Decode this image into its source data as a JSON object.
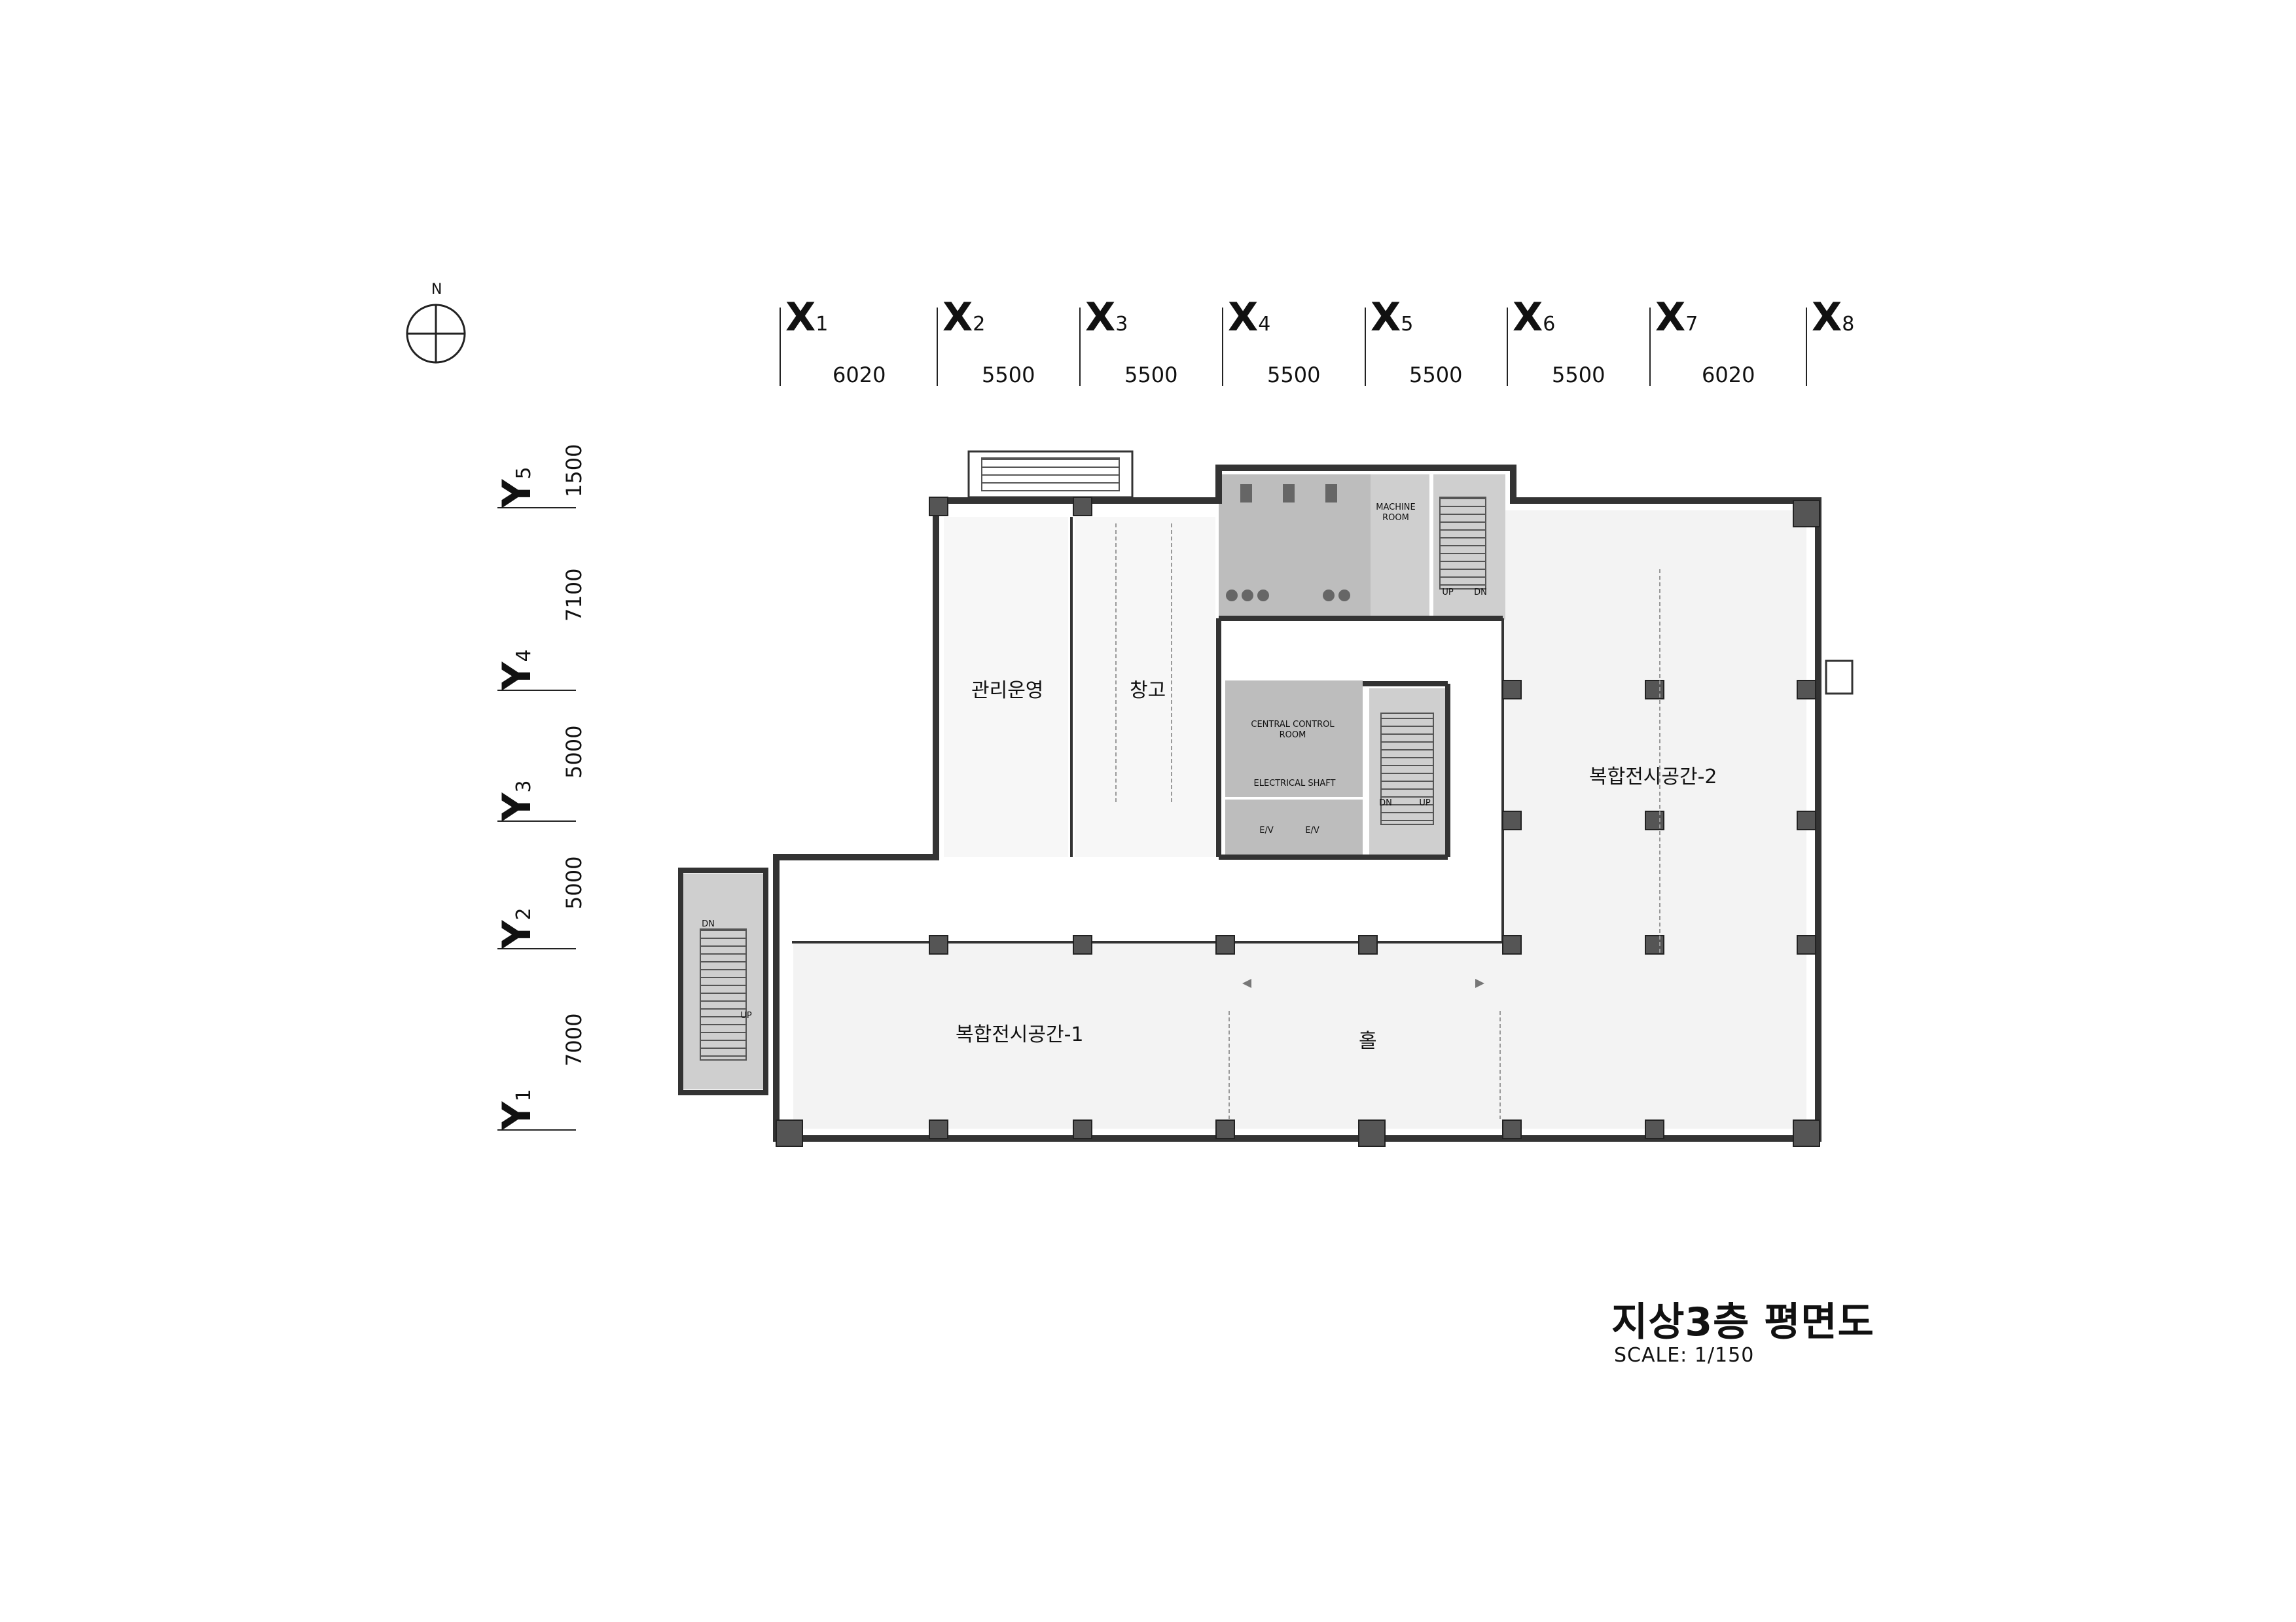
{
  "title": "지상3층 평면도",
  "scale": "SCALE: 1/150",
  "north": "N",
  "grid_x": [
    {
      "label": "X",
      "sub": "1"
    },
    {
      "label": "X",
      "sub": "2"
    },
    {
      "label": "X",
      "sub": "3"
    },
    {
      "label": "X",
      "sub": "4"
    },
    {
      "label": "X",
      "sub": "5"
    },
    {
      "label": "X",
      "sub": "6"
    },
    {
      "label": "X",
      "sub": "7"
    },
    {
      "label": "X",
      "sub": "8"
    }
  ],
  "dims_x": [
    "6020",
    "5500",
    "5500",
    "5500",
    "5500",
    "5500",
    "6020"
  ],
  "grid_y": [
    {
      "label": "Y",
      "sub": "5"
    },
    {
      "label": "Y",
      "sub": "4"
    },
    {
      "label": "Y",
      "sub": "3"
    },
    {
      "label": "Y",
      "sub": "2"
    },
    {
      "label": "Y",
      "sub": "1"
    }
  ],
  "dims_y": [
    "1500",
    "7100",
    "5000",
    "5000",
    "7000"
  ],
  "rooms": {
    "admin": "관리운영",
    "storage": "창고",
    "exhibit1": "복합전시공간-1",
    "exhibit2": "복합전시공간-2",
    "hall": "홀",
    "machine": "MACHINE ROOM",
    "control": "CENTRAL CONTROL ROOM",
    "elec": "ELECTRICAL SHAFT",
    "ev1": "E/V",
    "ev2": "E/V"
  },
  "stair_labels": {
    "ne_up": "UP",
    "ne_dn": "DN",
    "c_dn": "DN",
    "c_up": "UP",
    "w_dn": "DN",
    "w_up": "UP"
  }
}
